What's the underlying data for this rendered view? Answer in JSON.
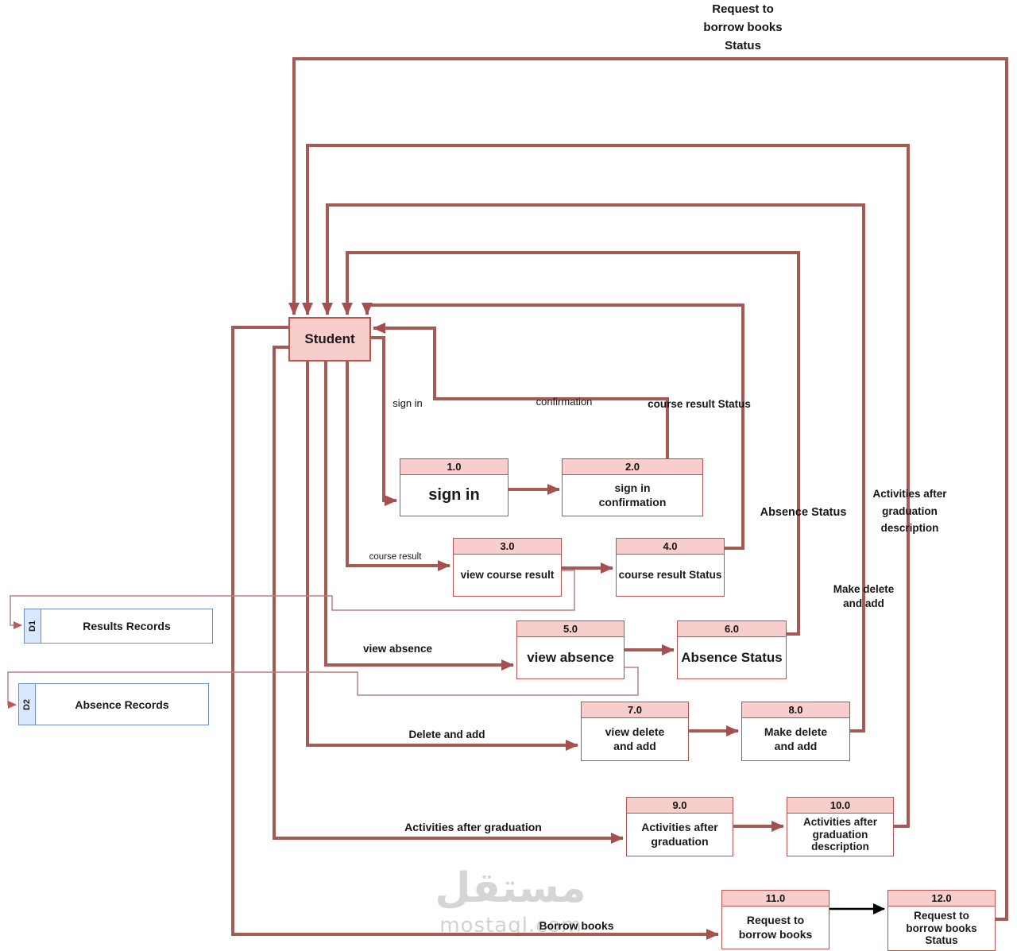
{
  "entities": {
    "student": "Student"
  },
  "processes": [
    {
      "number": "1.0",
      "label": "sign in"
    },
    {
      "number": "2.0",
      "label": "sign in\nconfirmation"
    },
    {
      "number": "3.0",
      "label": "view course result"
    },
    {
      "number": "4.0",
      "label": "course result Status"
    },
    {
      "number": "5.0",
      "label": "view absence"
    },
    {
      "number": "6.0",
      "label": "Absence Status"
    },
    {
      "number": "7.0",
      "label": "view delete\nand add"
    },
    {
      "number": "8.0",
      "label": "Make delete\nand add"
    },
    {
      "number": "9.0",
      "label": "Activities after\ngraduation"
    },
    {
      "number": "10.0",
      "label": "Activities after\ngraduation\ndescription"
    },
    {
      "number": "11.0",
      "label": "Request to\nborrow books"
    },
    {
      "number": "12.0",
      "label": "Request to\nborrow books\nStatus"
    }
  ],
  "stores": [
    {
      "id": "D1",
      "label": "Results Records"
    },
    {
      "id": "D2",
      "label": "Absence Records"
    }
  ],
  "flow_labels": {
    "top_status": "Request to\nborrow books\nStatus",
    "sign_in": "sign in",
    "confirmation": "confirmation",
    "course_result_status": "course result Status",
    "course_result": "course result",
    "view_absence": "view absence",
    "delete_and_add": "Delete  and add",
    "absence_status": "Absence Status",
    "make_delete_and_add": "Make delete\nand add",
    "activities_description": "Activities after\ngraduation\ndescription",
    "activities_after_graduation": "Activities after graduation",
    "borrow_books": "Borrow books"
  },
  "watermark": {
    "arabic": "مستقل",
    "latin": "mostaql.com"
  },
  "colors": {
    "process_fill": "#f8cecc",
    "process_border": "#b85450",
    "flow_line": "#a65a56",
    "black_arrow": "#000000",
    "store_border": "#6c8ebf",
    "store_tab_fill": "#dae8fc",
    "watermark": "#d5d5d5"
  }
}
